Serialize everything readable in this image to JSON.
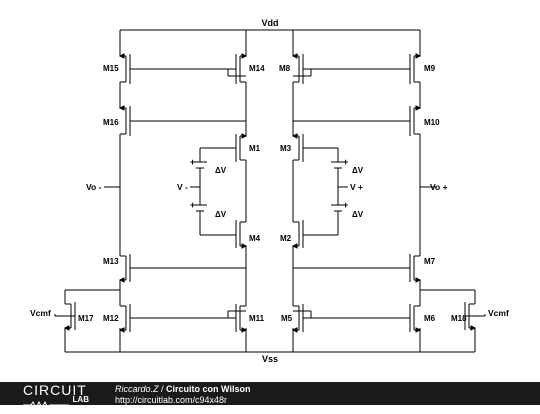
{
  "rails": {
    "vdd": "Vdd",
    "vss": "Vss"
  },
  "transistors": {
    "m1": "M1",
    "m2": "M2",
    "m3": "M3",
    "m4": "M4",
    "m5": "M5",
    "m6": "M6",
    "m7": "M7",
    "m8": "M8",
    "m9": "M9",
    "m10": "M10",
    "m11": "M11",
    "m12": "M12",
    "m13": "M13",
    "m14": "M14",
    "m15": "M15",
    "m16": "M16",
    "m17": "M17",
    "m18": "M18"
  },
  "sources": {
    "dv": "ΔV",
    "plus": "+"
  },
  "nodes": {
    "vo_minus": "Vo -",
    "vo_plus": "Vo +",
    "v_minus": "V -",
    "v_plus": "V +",
    "vcmf_left": "Vcmf",
    "vcmf_right": "Vcmf"
  },
  "footer": {
    "logo_top": "CIRCUIT",
    "logo_bottom": "LAB",
    "author": "Riccardo.Z",
    "separator": " / ",
    "title": "Circuito con Wilson",
    "url": "http://circuitlab.com/c94x48r"
  },
  "colors": {
    "wire": "#000000",
    "footer_bg": "#1a1a1a",
    "footer_text": "#ffffff"
  }
}
